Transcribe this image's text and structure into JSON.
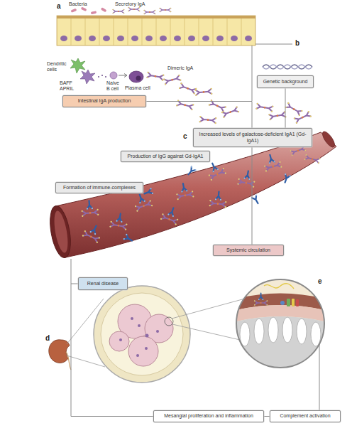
{
  "diagram": {
    "nodes": [
      {
        "text": [
          "Genetic background"
        ]
      },
      {
        "text": [
          "Intestinal IgA production"
        ]
      },
      {
        "text": [
          "Increased levels of galactose-deficient IgA1 (Gd-IgA1)"
        ]
      },
      {
        "text": [
          "Production of IgG against Gd-IgA1"
        ]
      },
      {
        "text": [
          "Formation of immune-complexes"
        ]
      },
      {
        "text": [
          "Systemic circulation"
        ]
      },
      {
        "text": [
          "Renal disease"
        ]
      },
      {
        "text": [
          "Mesangial proliferation and inflammation"
        ]
      },
      {
        "text": [
          "Complement activation"
        ]
      }
    ],
    "edges": [
      {
        "from": 1,
        "to": 2,
        "arrow": "none"
      },
      {
        "from": 0,
        "to": 2,
        "arrow": "none"
      },
      {
        "from": 2,
        "to": 5,
        "arrow": "none"
      },
      {
        "from": 6,
        "to": 7,
        "arrow": "none"
      },
      {
        "from": 7,
        "to": 8,
        "arrow": "none"
      }
    ],
    "labels": [
      "a",
      "Bacteria",
      "Secretory IgA",
      "b",
      "Dendritic cells",
      "BAFF",
      "APRIL",
      "Naive B cell",
      "Plasma cell",
      "Dimeric IgA",
      "c",
      "e",
      "d"
    ]
  }
}
